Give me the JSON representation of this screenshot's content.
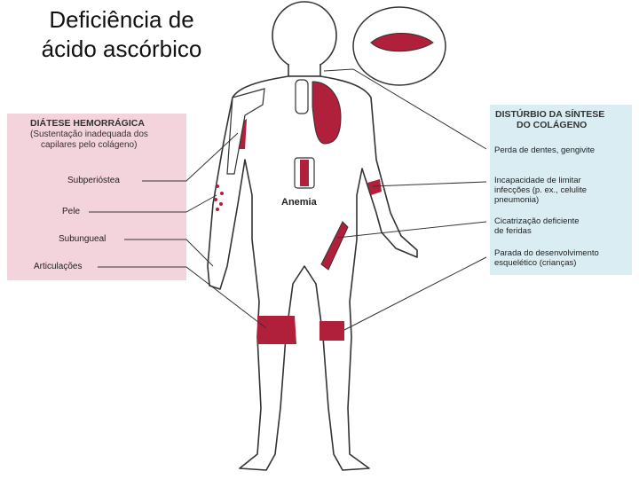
{
  "title": {
    "line1": "Deficiência de",
    "line2": "ácido ascórbico"
  },
  "left_panel": {
    "heading": "DIÁTESE HEMORRÁGICA",
    "subheading_1": "(Sustentação inadequada dos",
    "subheading_2": "capilares pelo colágeno)",
    "labels": [
      "Subperióstea",
      "Pele",
      "Subungueal",
      "Articulações"
    ]
  },
  "right_panel": {
    "heading_1": "DISTÚRBIO DA SÍNTESE",
    "heading_2": "DO COLÁGENO",
    "items": [
      {
        "lines": [
          "Perda de dentes, gengivite"
        ]
      },
      {
        "lines": [
          "Incapacidade de limitar",
          "infecções (p. ex., celulite",
          "pneumonia)"
        ]
      },
      {
        "lines": [
          "Cicatrização deficiente",
          "de feridas"
        ]
      },
      {
        "lines": [
          "Parada do desenvolvimento",
          "esquelético (crianças)"
        ]
      }
    ]
  },
  "center_label": "Anemia",
  "colors": {
    "lesion": "#b0203a",
    "outline": "#333333",
    "left_panel_bg": "#f3d4dc",
    "right_panel_bg": "#d9edf2"
  }
}
